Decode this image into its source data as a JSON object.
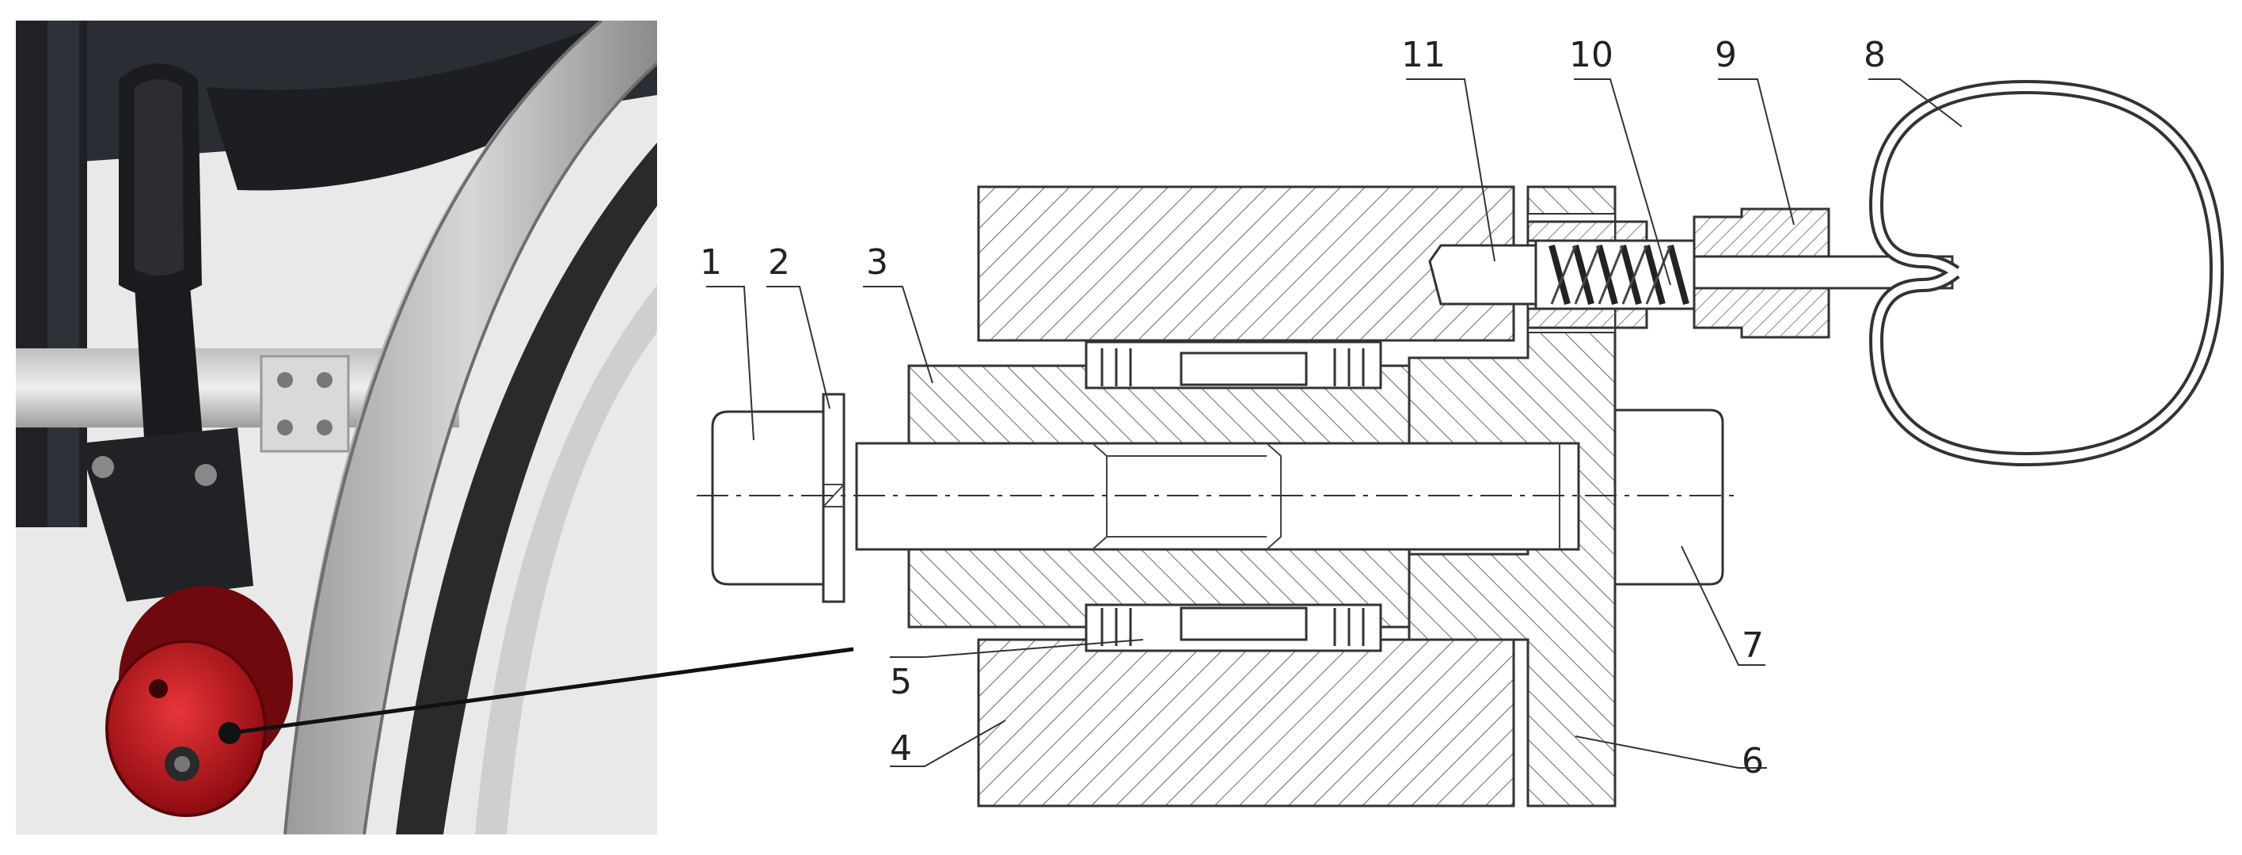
{
  "figure": {
    "photo": {
      "description_icon": "wheelchair-brake-photo",
      "marker_color": "#c8151b"
    },
    "callouts": [
      {
        "id": "1",
        "text": "1"
      },
      {
        "id": "2",
        "text": "2"
      },
      {
        "id": "3",
        "text": "3"
      },
      {
        "id": "4",
        "text": "4"
      },
      {
        "id": "5",
        "text": "5"
      },
      {
        "id": "6",
        "text": "6"
      },
      {
        "id": "7",
        "text": "7"
      },
      {
        "id": "8",
        "text": "8"
      },
      {
        "id": "9",
        "text": "9"
      },
      {
        "id": "10",
        "text": "10"
      },
      {
        "id": "11",
        "text": "11"
      }
    ],
    "colors": {
      "line": "#333333",
      "hatch": "#666666",
      "background": "#ffffff"
    }
  }
}
